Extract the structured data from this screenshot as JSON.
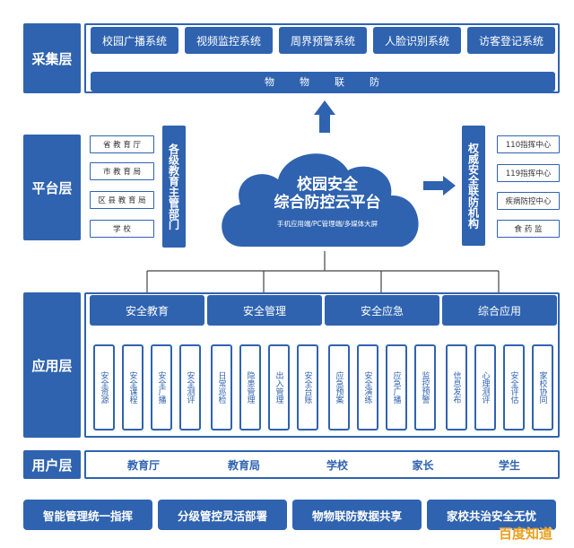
{
  "layers": {
    "collect": "采集层",
    "platform": "平台层",
    "application": "应用层",
    "user": "用户层"
  },
  "collect_systems": [
    "校园广播系统",
    "视频监控系统",
    "周界预警系统",
    "人脸识别系统",
    "访客登记系统"
  ],
  "iot_bar": "物　　物　　联　　防",
  "left_vertical": "各级教育主管部门",
  "left_boxes": [
    "省 教 育 厅",
    "市 教 育 局",
    "区 县 教 育 局",
    "学 校"
  ],
  "cloud": {
    "line1": "校园安全",
    "line2": "综合防控云平台",
    "sub": "手机应用端/PC管理端/多媒体大屏"
  },
  "right_vertical": "权威安全联防机构",
  "right_boxes": [
    "110指挥中心",
    "119指挥中心",
    "疾病防控中心",
    "食 药 监"
  ],
  "app_groups": [
    {
      "title": "安全教育",
      "items": [
        "安全资源",
        "安全课程",
        "安全广播",
        "安全测评"
      ]
    },
    {
      "title": "安全管理",
      "items": [
        "日常巡检",
        "隐患管理",
        "出入管理",
        "安全台账"
      ]
    },
    {
      "title": "安全应急",
      "items": [
        "应急预案",
        "安全演练",
        "应急广播",
        "监控预警"
      ]
    },
    {
      "title": "综合应用",
      "items": [
        "信息发布",
        "心理测评",
        "安全评估",
        "家校协同"
      ]
    }
  ],
  "users": [
    "教育厅",
    "教育局",
    "学校",
    "家长",
    "学生"
  ],
  "bottom": [
    "智能管理统一指挥",
    "分级管控灵活部署",
    "物物联防数据共享",
    "家校共治安全无忧"
  ],
  "watermark": "百度知道",
  "colors": {
    "primary": "#2f63b0",
    "watermark": "#e8a020"
  }
}
